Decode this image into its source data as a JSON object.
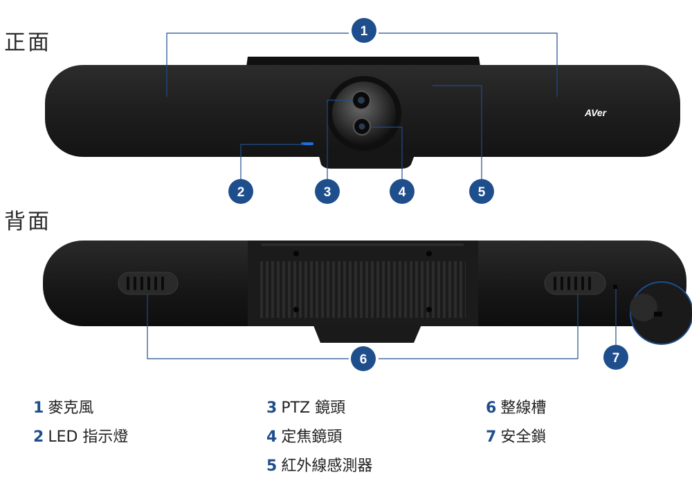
{
  "sections": {
    "front": "正面",
    "back": "背面"
  },
  "brand_logo": "AVer",
  "callouts": [
    "1",
    "2",
    "3",
    "4",
    "5",
    "6",
    "7"
  ],
  "legend": {
    "col1": [
      {
        "num": "1",
        "label": "麥克風"
      },
      {
        "num": "2",
        "label": "LED 指示燈"
      }
    ],
    "col2": [
      {
        "num": "3",
        "label": "PTZ 鏡頭"
      },
      {
        "num": "4",
        "label": "定焦鏡頭"
      },
      {
        "num": "5",
        "label": "紅外線感測器"
      }
    ],
    "col3": [
      {
        "num": "6",
        "label": "整線槽"
      },
      {
        "num": "7",
        "label": "安全鎖"
      }
    ]
  },
  "colors": {
    "accent": "#1f4e8c",
    "device": "#1b1b1b",
    "led": "#1e6fe0"
  }
}
